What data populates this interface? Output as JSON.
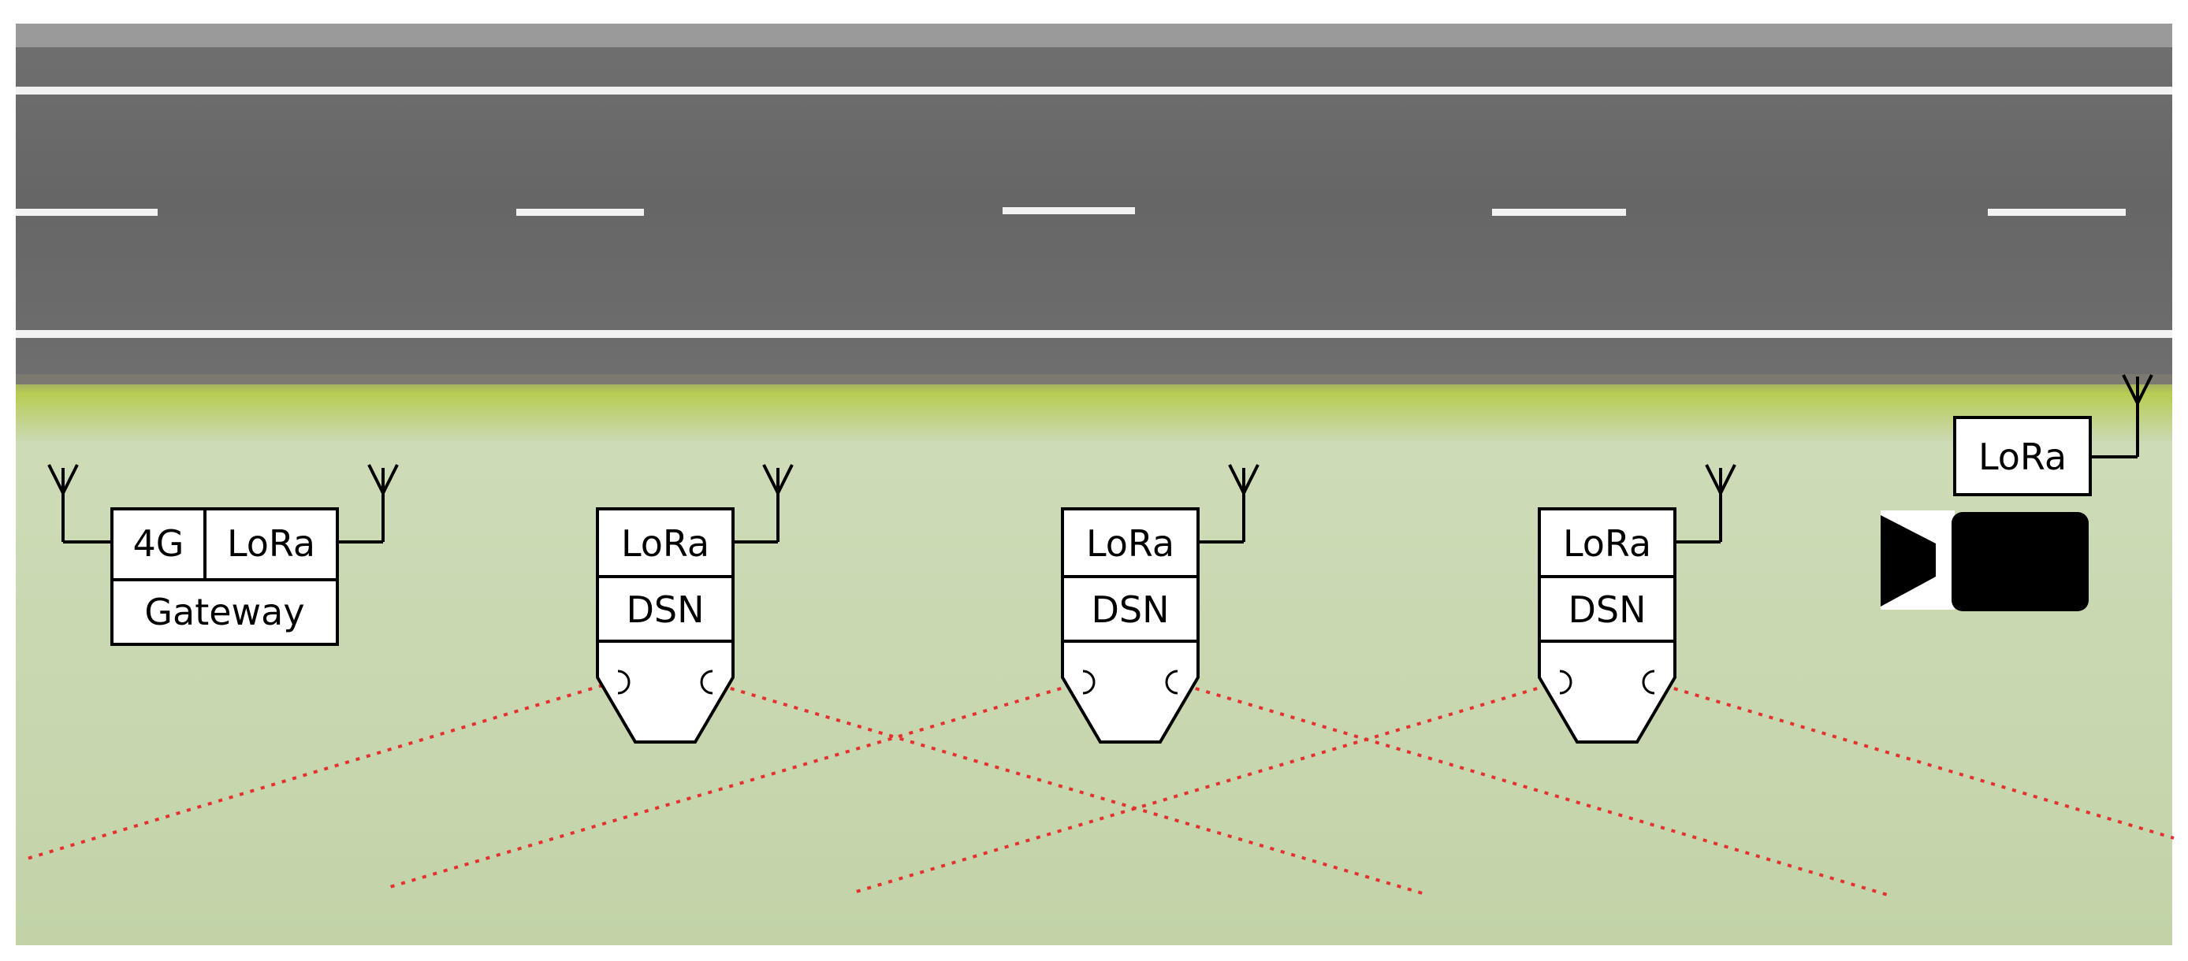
{
  "gateway": {
    "label_4g": "4G",
    "label_lora": "LoRa",
    "label_gateway": "Gateway"
  },
  "nodes": [
    {
      "label_lora": "LoRa",
      "label_dsn": "DSN"
    },
    {
      "label_lora": "LoRa",
      "label_dsn": "DSN"
    },
    {
      "label_lora": "LoRa",
      "label_dsn": "DSN"
    }
  ],
  "camera": {
    "label_lora": "LoRa",
    "icon": "video-camera-icon"
  },
  "colors": {
    "detection_lines": "#e53030",
    "road": "#6a6a6a",
    "field": "#c7d6ad",
    "verge": "#b2cc52"
  }
}
